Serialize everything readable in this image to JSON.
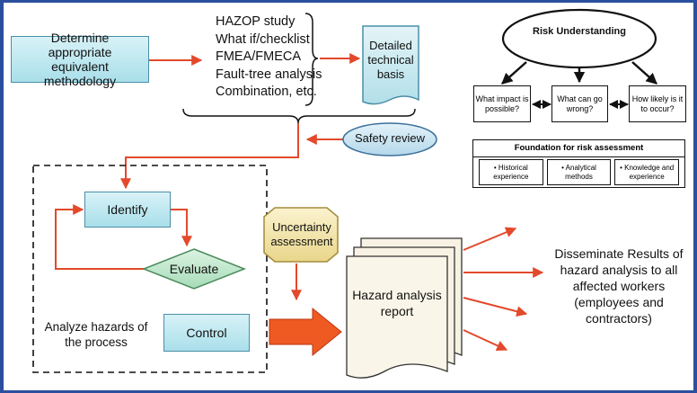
{
  "methodology": {
    "title": "Determine  appropriate equivalent methodology",
    "studies": [
      "HAZOP study",
      "What if/checklist",
      "FMEA/FMECA",
      "Fault-tree analysis",
      "Combination, etc."
    ],
    "technical_basis": "Detailed technical basis",
    "safety_review": "Safety review"
  },
  "process": {
    "identify": "Identify",
    "evaluate": "Evaluate",
    "control": "Control",
    "label": "Analyze hazards of the process"
  },
  "uncertainty": "Uncertainty assessment",
  "report": "Hazard analysis report",
  "disseminate": "Disseminate Results of hazard analysis to all affected workers (employees and contractors)",
  "risk": {
    "title": "Risk Understanding",
    "impact": "What impact is possible?",
    "wrong": "What can go wrong?",
    "likely": "How likely is it to occur?"
  },
  "foundation": {
    "title": "Foundation for risk assessment",
    "items": [
      "• Historical experience",
      "• Analytical methods",
      "• Knowledge and experience"
    ]
  },
  "colors": {
    "box_fill": "#a9dfea",
    "arrow": "#e3492b",
    "diamond": "#bfe8cc",
    "hex": "#f3e7b0",
    "ellipse": "#cde6f2",
    "report": "#f6f1e2",
    "border_frame": "#2b4f9e"
  }
}
